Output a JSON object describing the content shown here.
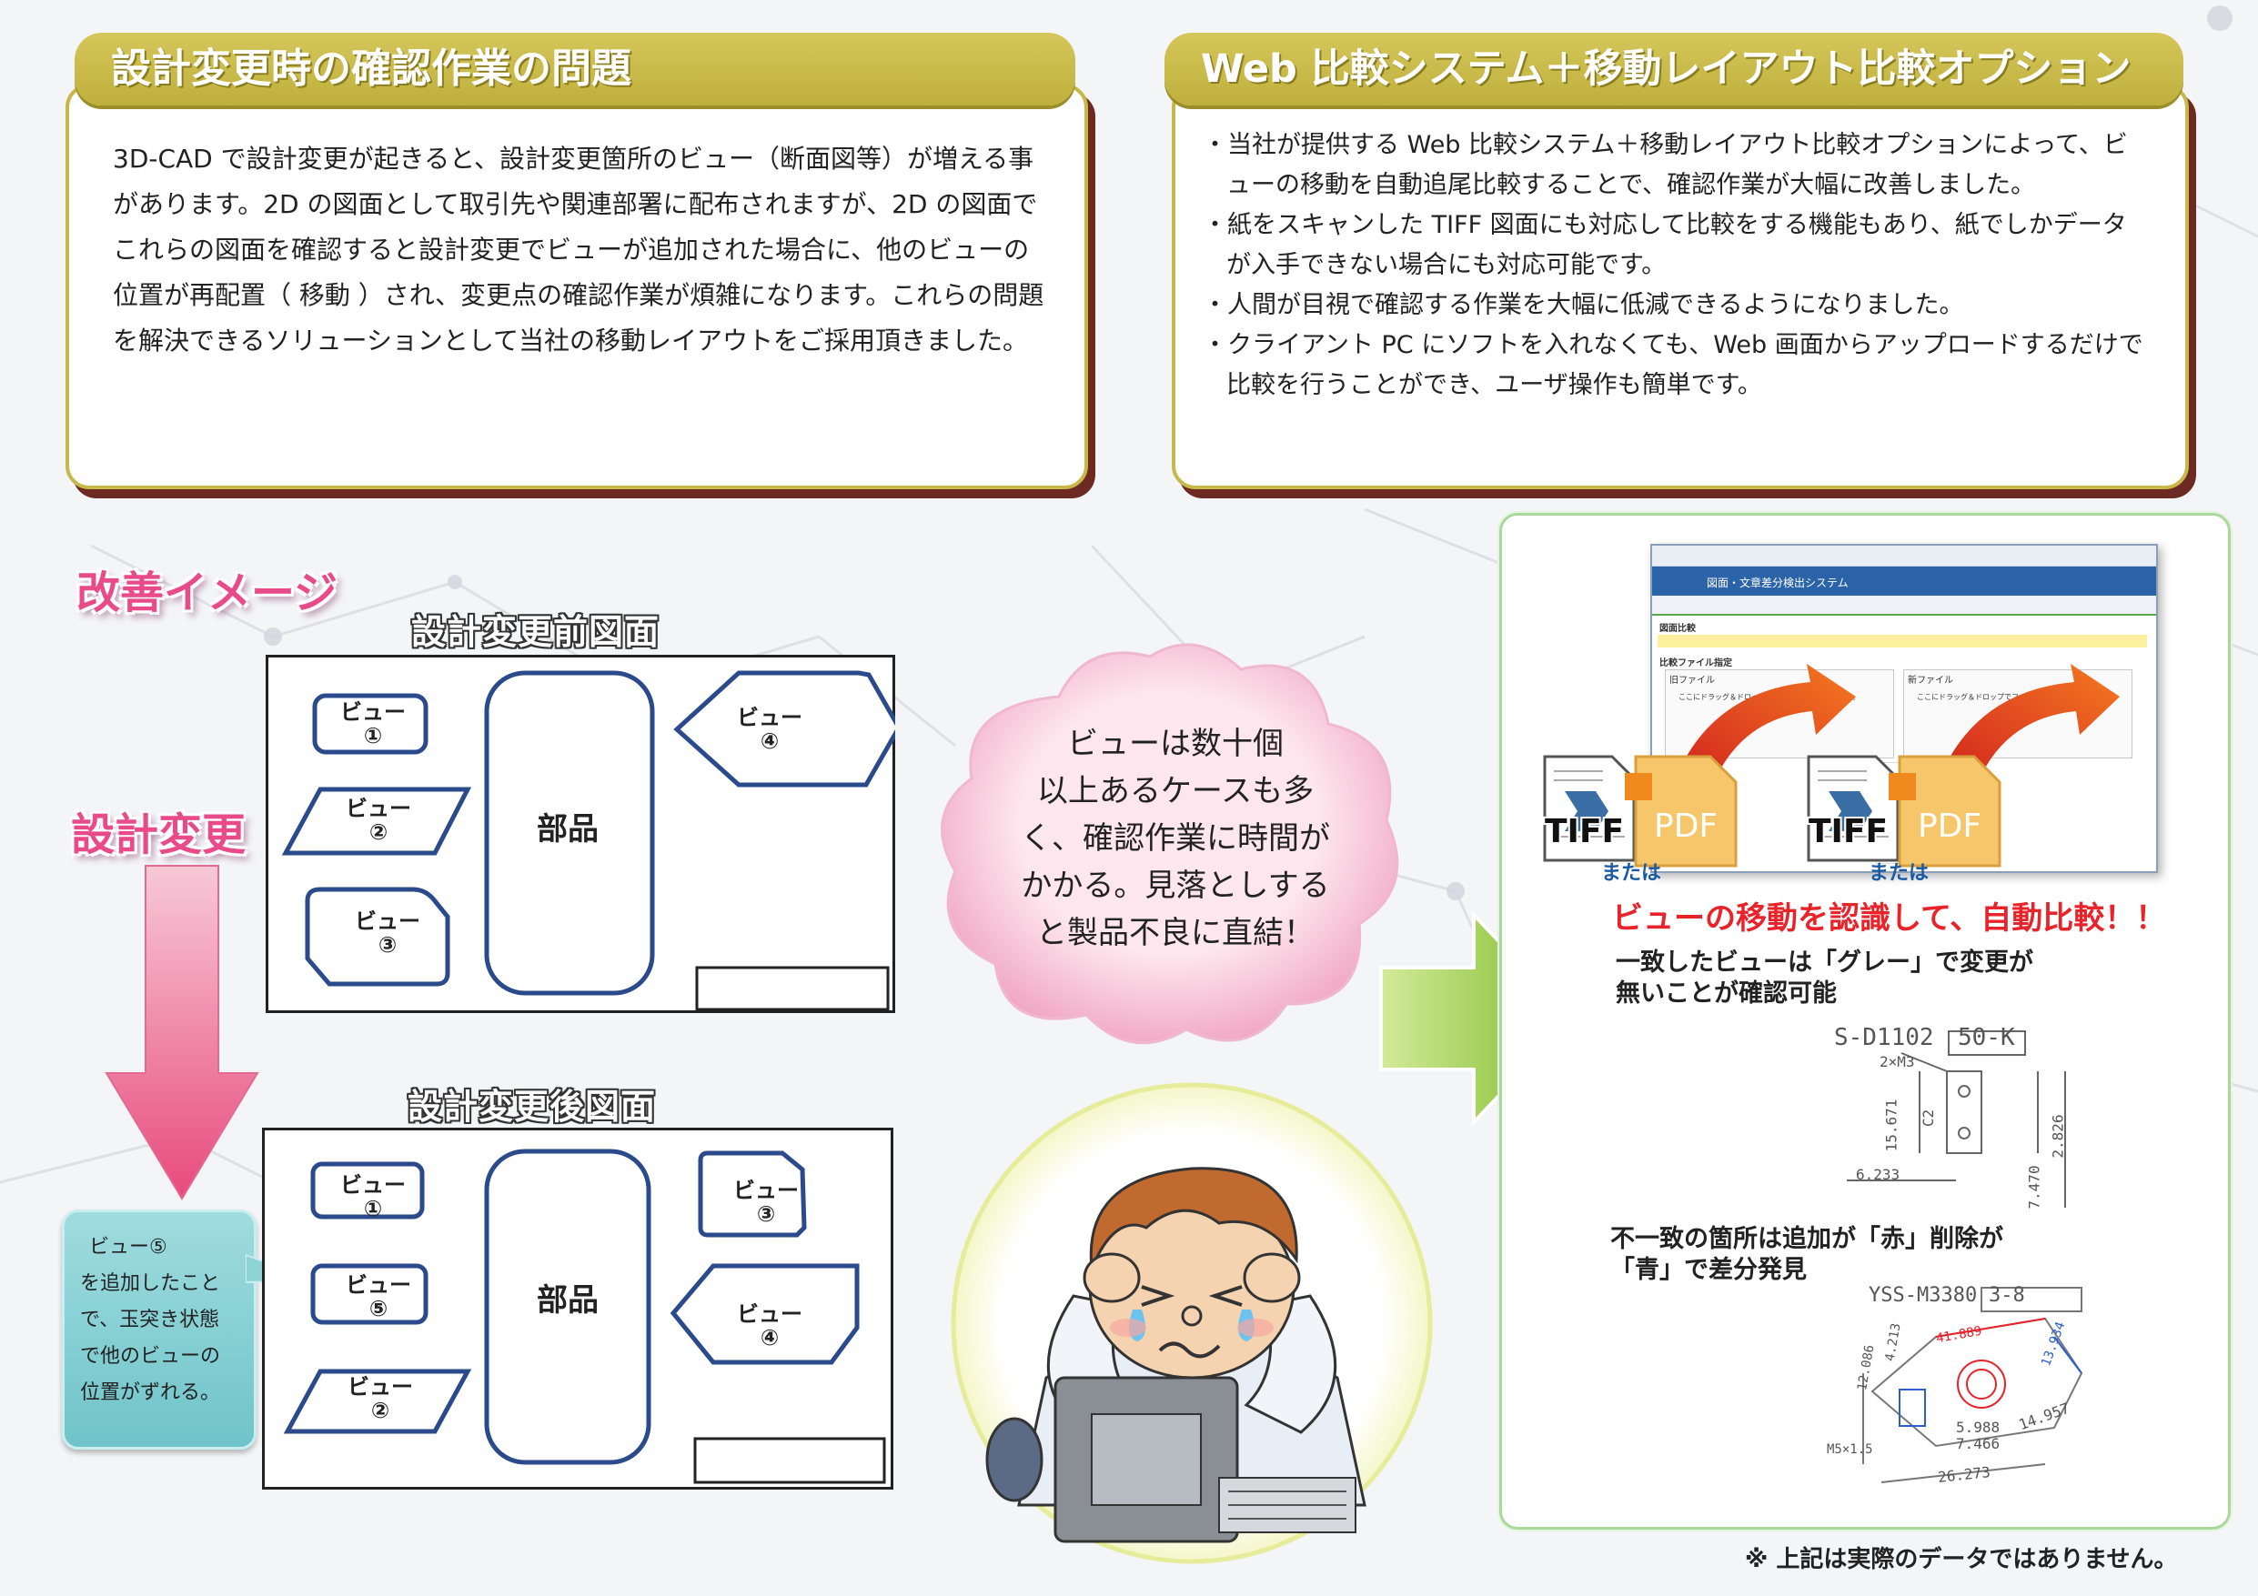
{
  "left_panel": {
    "title": "設計変更時の確認作業の問題",
    "body": "3D-CAD で設計変更が起きると、設計変更箇所のビュー（断面図等）が増える事があります。2D の図面として取引先や関連部署に配布されますが、2D の図面でこれらの図面を確認すると設計変更でビューが追加された場合に、他のビューの位置が再配置（ 移動 ）され、変更点の確認作業が煩雑になります。これらの問題を解決できるソリューションとして当社の移動レイアウトをご採用頂きました。"
  },
  "right_top_panel": {
    "title": "Web 比較システム＋移動レイアウト比較オプション",
    "bullets": [
      "当社が提供する Web 比較システム＋移動レイアウト比較オプションによって、ビューの移動を自動追尾比較することで、確認作業が大幅に改善しました。",
      "紙をスキャンした TIFF 図面にも対応して比較をする機能もあり、紙でしかデータが入手できない場合にも対応可能です。",
      "人間が目視で確認する作業を大幅に低減できるようになりました。",
      "クライアント PC にソフトを入れなくても、Web 画面からアップロードするだけで比較を行うことができ、ユーザ操作も簡単です。"
    ]
  },
  "labels": {
    "improvement": "改善イメージ",
    "design_change": "設計変更",
    "before_title": "設計変更前図面",
    "after_title": "設計変更後図面"
  },
  "before_sheet": {
    "views": [
      {
        "line1": "ビュー",
        "line2": "①"
      },
      {
        "line1": "ビュー",
        "line2": "②"
      },
      {
        "line1": "ビュー",
        "line2": "③"
      },
      {
        "line1": "ビュー",
        "line2": "④"
      }
    ],
    "part": "部品"
  },
  "after_sheet": {
    "views": [
      {
        "line1": "ビュー",
        "line2": "①"
      },
      {
        "line1": "ビュー",
        "line2": "⑤"
      },
      {
        "line1": "ビュー",
        "line2": "②"
      },
      {
        "line1": "ビュー",
        "line2": "③"
      },
      {
        "line1": "ビュー",
        "line2": "④"
      }
    ],
    "part": "部品"
  },
  "cloud": {
    "lines": [
      "ビューは数十個",
      "以上あるケースも多",
      "く、確認作業に時間が",
      "かかる。見落としする",
      "と製品不良に直結！"
    ]
  },
  "note": {
    "lines": [
      "ビュー⑤",
      "を追加したこと",
      "で、玉突き状態",
      "で他のビューの",
      "位置がずれる。"
    ]
  },
  "screenshot": {
    "window_title": "図面・文章差分検出システム",
    "section": "図面比較",
    "file_label": "比較ファイル指定",
    "old_file": "旧ファイル",
    "new_file": "新ファイル",
    "drop_text": "ここにドラッグ＆ドロップでファイルを選択できます。"
  },
  "files": {
    "tiff": "TIFF",
    "pdf": "PDF",
    "or": "または"
  },
  "right_panel": {
    "headline": "ビューの移動を認識して、自動比較！！",
    "gray_text_line1": "一致したビューは「グレー」で変更が",
    "gray_text_line2": "無いことが確認可能",
    "diff_text_line1": "不一致の箇所は追加が「赤」削除が",
    "diff_text_line2": "「青」で差分発見"
  },
  "cad1": {
    "part_no": "S-D1102",
    "box_label": "50-K",
    "dims": [
      "2×M3",
      "15.671",
      "C2",
      "2.826",
      "6.233",
      "7.470"
    ]
  },
  "cad2": {
    "part_no": "YSS-M3380",
    "box_label": "3-8",
    "dims": [
      "12.086",
      "4.213",
      "41.889",
      "13.934",
      "5.988",
      "7.466",
      "14.957",
      "26.273",
      "M5×1.5"
    ]
  },
  "footer": "※ 上記は実際のデータではありません。",
  "colors": {
    "panel_border": "#c8b84a",
    "panel_shadow": "#6d2a22",
    "accent_pink": "#e94b8a",
    "accent_red": "#e8232a",
    "green_arrow": "#8cc63e",
    "view_border": "#2b4a8b"
  }
}
